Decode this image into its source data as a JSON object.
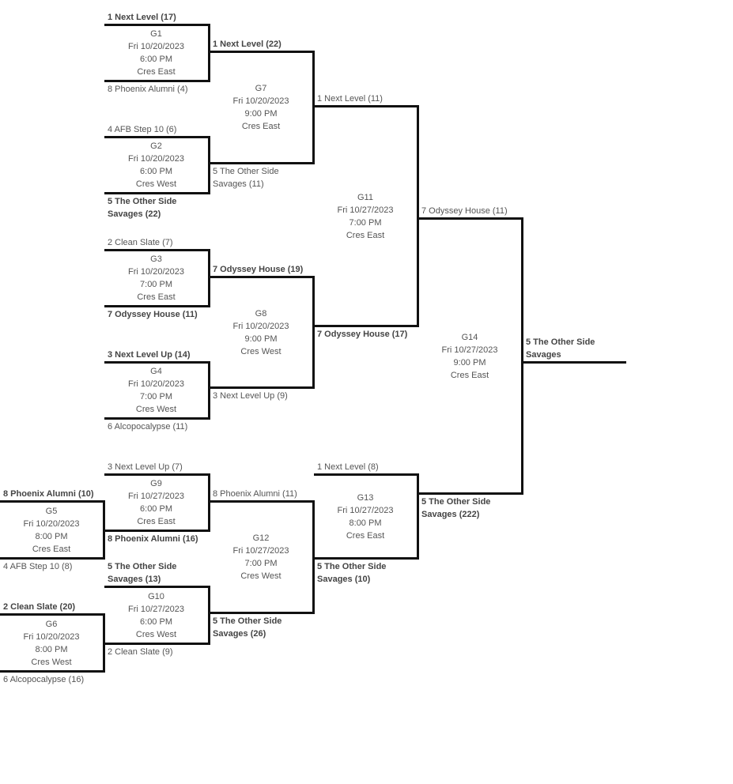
{
  "games": [
    {
      "id": "G1",
      "date": "Fri 10/20/2023",
      "time": "6:00 PM",
      "venue": "Cres East",
      "top": {
        "text": "1 Next Level (17)",
        "winner": true
      },
      "bottom": {
        "text": "8 Phoenix Alumni (4)",
        "winner": false
      }
    },
    {
      "id": "G2",
      "date": "Fri 10/20/2023",
      "time": "6:00 PM",
      "venue": "Cres West",
      "top": {
        "text": "4 AFB Step 10 (6)",
        "winner": false
      },
      "bottom": {
        "text": "5 The Other Side Savages (22)",
        "winner": true
      }
    },
    {
      "id": "G3",
      "date": "Fri 10/20/2023",
      "time": "7:00 PM",
      "venue": "Cres East",
      "top": {
        "text": "2 Clean Slate (7)",
        "winner": false
      },
      "bottom": {
        "text": "7 Odyssey House (11)",
        "winner": true
      }
    },
    {
      "id": "G4",
      "date": "Fri 10/20/2023",
      "time": "7:00 PM",
      "venue": "Cres West",
      "top": {
        "text": "3 Next Level Up (14)",
        "winner": true
      },
      "bottom": {
        "text": "6 Alcopocalypse (11)",
        "winner": false
      }
    },
    {
      "id": "G5",
      "date": "Fri 10/20/2023",
      "time": "8:00 PM",
      "venue": "Cres East",
      "top": {
        "text": "8 Phoenix Alumni (10)",
        "winner": true
      },
      "bottom": {
        "text": "4 AFB Step 10 (8)",
        "winner": false
      }
    },
    {
      "id": "G6",
      "date": "Fri 10/20/2023",
      "time": "8:00 PM",
      "venue": "Cres West",
      "top": {
        "text": "2 Clean Slate (20)",
        "winner": true
      },
      "bottom": {
        "text": "6 Alcopocalypse (16)",
        "winner": false
      }
    },
    {
      "id": "G7",
      "date": "Fri 10/20/2023",
      "time": "9:00 PM",
      "venue": "Cres East",
      "top": {
        "text": "1 Next Level (22)",
        "winner": true
      },
      "bottom": {
        "text": "5 The Other Side Savages (11)",
        "winner": false
      }
    },
    {
      "id": "G8",
      "date": "Fri 10/20/2023",
      "time": "9:00 PM",
      "venue": "Cres West",
      "top": {
        "text": "7 Odyssey House (19)",
        "winner": true
      },
      "bottom": {
        "text": "3 Next Level Up (9)",
        "winner": false
      }
    },
    {
      "id": "G9",
      "date": "Fri 10/27/2023",
      "time": "6:00 PM",
      "venue": "Cres East",
      "top": {
        "text": "3 Next Level Up (7)",
        "winner": false
      },
      "bottom": {
        "text": "8 Phoenix Alumni (16)",
        "winner": true
      }
    },
    {
      "id": "G10",
      "date": "Fri 10/27/2023",
      "time": "6:00 PM",
      "venue": "Cres West",
      "top": {
        "text": "5 The Other Side Savages (13)",
        "winner": true
      },
      "bottom": {
        "text": "2 Clean Slate (9)",
        "winner": false
      }
    },
    {
      "id": "G11",
      "date": "Fri 10/27/2023",
      "time": "7:00 PM",
      "venue": "Cres East",
      "top": {
        "text": "1 Next Level (11)",
        "winner": false
      },
      "bottom": {
        "text": "7 Odyssey House (17)",
        "winner": true
      }
    },
    {
      "id": "G12",
      "date": "Fri 10/27/2023",
      "time": "7:00 PM",
      "venue": "Cres West",
      "top": {
        "text": "8 Phoenix Alumni (11)",
        "winner": false
      },
      "bottom": {
        "text": "5 The Other Side Savages (26)",
        "winner": true
      }
    },
    {
      "id": "G13",
      "date": "Fri 10/27/2023",
      "time": "8:00 PM",
      "venue": "Cres East",
      "top": {
        "text": "1 Next Level (8)",
        "winner": false
      },
      "bottom": {
        "text": "5 The Other Side Savages (10)",
        "winner": true
      }
    },
    {
      "id": "G14",
      "date": "Fri 10/27/2023",
      "time": "9:00 PM",
      "venue": "Cres East",
      "top": {
        "text": "7 Odyssey House (11)",
        "winner": false
      },
      "bottom": {
        "text": "5 The Other Side Savages (222)",
        "winner": true
      }
    }
  ],
  "champion": {
    "text": "5 The Other Side Savages"
  }
}
